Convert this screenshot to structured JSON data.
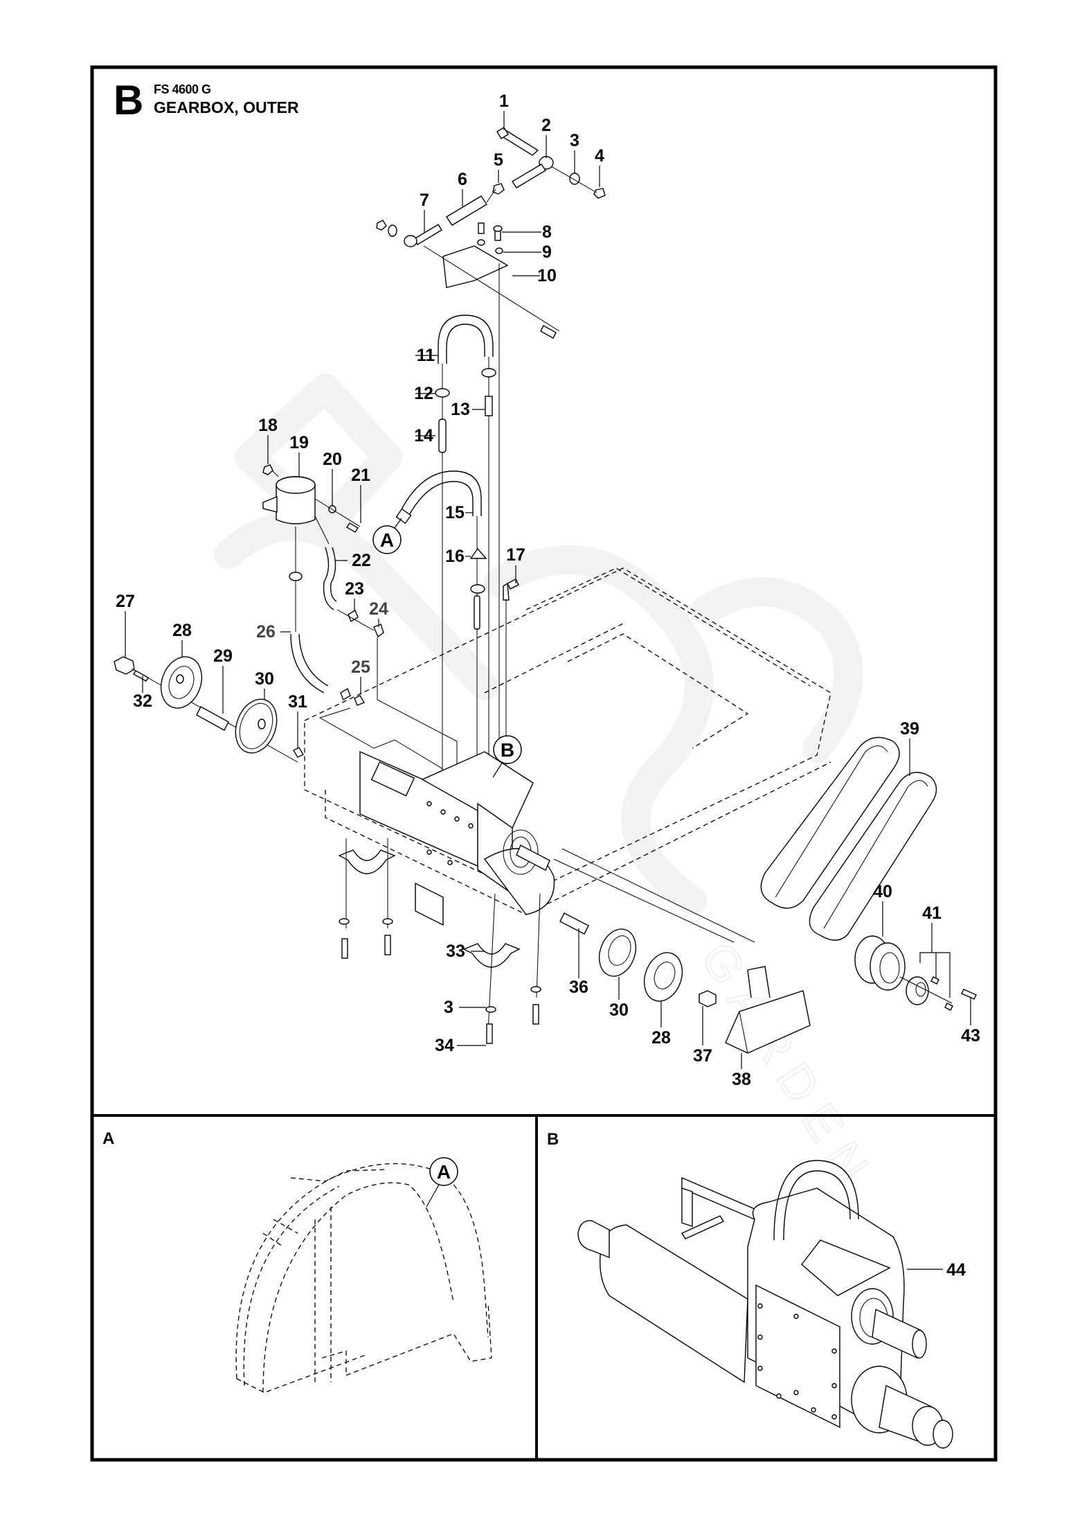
{
  "header": {
    "section_letter": "B",
    "model": "FS 4600 G",
    "title": "GEARBOX, OUTER"
  },
  "callouts": {
    "main_a": "A",
    "main_b": "B",
    "panel_a_marker": "A"
  },
  "panels": {
    "detail_a_label": "A",
    "detail_b_label": "B"
  },
  "part_labels": [
    {
      "id": "p1",
      "text": "1"
    },
    {
      "id": "p2",
      "text": "2"
    },
    {
      "id": "p3",
      "text": "3"
    },
    {
      "id": "p4",
      "text": "4"
    },
    {
      "id": "p5",
      "text": "5"
    },
    {
      "id": "p6",
      "text": "6"
    },
    {
      "id": "p7",
      "text": "7"
    },
    {
      "id": "p8",
      "text": "8"
    },
    {
      "id": "p9",
      "text": "9"
    },
    {
      "id": "p10",
      "text": "10"
    },
    {
      "id": "p11",
      "text": "11"
    },
    {
      "id": "p12",
      "text": "12"
    },
    {
      "id": "p13",
      "text": "13"
    },
    {
      "id": "p14",
      "text": "14"
    },
    {
      "id": "p15",
      "text": "15"
    },
    {
      "id": "p16",
      "text": "16"
    },
    {
      "id": "p17",
      "text": "17"
    },
    {
      "id": "p18",
      "text": "18"
    },
    {
      "id": "p19",
      "text": "19"
    },
    {
      "id": "p20",
      "text": "20"
    },
    {
      "id": "p21",
      "text": "21"
    },
    {
      "id": "p22",
      "text": "22"
    },
    {
      "id": "p23",
      "text": "23"
    },
    {
      "id": "p24",
      "text": "24",
      "muted": true
    },
    {
      "id": "p25",
      "text": "25",
      "muted": true
    },
    {
      "id": "p26",
      "text": "26",
      "muted": true
    },
    {
      "id": "p27",
      "text": "27"
    },
    {
      "id": "p28",
      "text": "28"
    },
    {
      "id": "p29",
      "text": "29"
    },
    {
      "id": "p30",
      "text": "30"
    },
    {
      "id": "p31",
      "text": "31"
    },
    {
      "id": "p32",
      "text": "32"
    },
    {
      "id": "p33",
      "text": "33"
    },
    {
      "id": "p3b",
      "text": "3"
    },
    {
      "id": "p34",
      "text": "34"
    },
    {
      "id": "p36",
      "text": "36"
    },
    {
      "id": "p30b",
      "text": "30"
    },
    {
      "id": "p28b",
      "text": "28"
    },
    {
      "id": "p37",
      "text": "37"
    },
    {
      "id": "p38",
      "text": "38"
    },
    {
      "id": "p39",
      "text": "39"
    },
    {
      "id": "p40",
      "text": "40"
    },
    {
      "id": "p41",
      "text": "41"
    },
    {
      "id": "p43",
      "text": "43"
    },
    {
      "id": "p44",
      "text": "44"
    }
  ],
  "colors": {
    "ink": "#000000",
    "muted_label": "#444444",
    "watermark": "#f2f2f2",
    "paper": "#ffffff"
  }
}
